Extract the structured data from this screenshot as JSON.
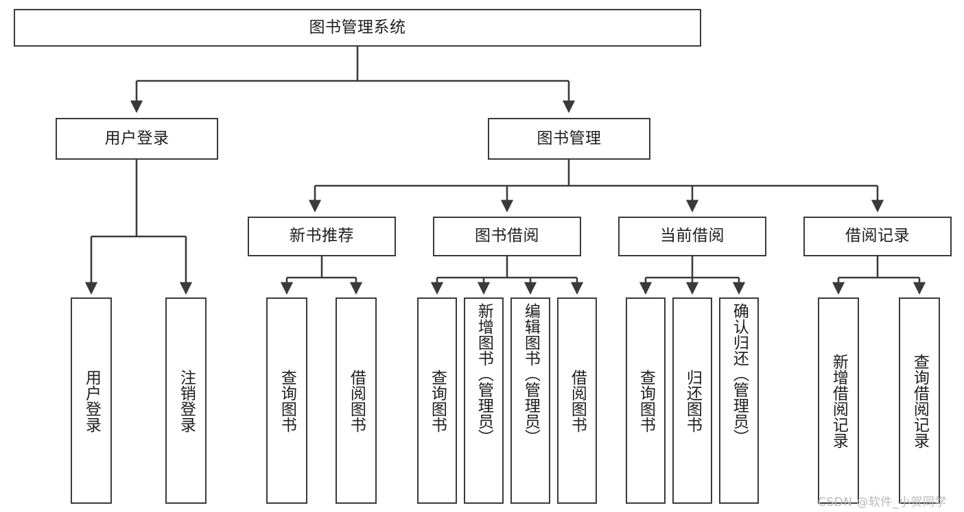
{
  "diagram": {
    "title": "图书管理系统",
    "type": "tree-hierarchy-chart",
    "root": {
      "label": "图书管理系统"
    },
    "level1": [
      {
        "label": "用户登录"
      },
      {
        "label": "图书管理"
      }
    ],
    "level2": [
      {
        "label": "新书推荐"
      },
      {
        "label": "图书借阅"
      },
      {
        "label": "当前借阅"
      },
      {
        "label": "借阅记录"
      }
    ],
    "leaves": {
      "user_login": [
        {
          "label": "用户登录"
        },
        {
          "label": "注销登录"
        }
      ],
      "new_book_recommend": [
        {
          "label": "查询图书"
        },
        {
          "label": "借阅图书"
        }
      ],
      "book_borrow": [
        {
          "label": "查询图书"
        },
        {
          "label": "新增图书（管理员）"
        },
        {
          "label": "编辑图书（管理员）"
        },
        {
          "label": "借阅图书"
        }
      ],
      "current_borrow": [
        {
          "label": "查询图书"
        },
        {
          "label": "归还图书"
        },
        {
          "label": "确认归还（管理员）"
        }
      ],
      "borrow_record": [
        {
          "label": "新增借阅记录"
        },
        {
          "label": "查询借阅记录"
        }
      ]
    }
  },
  "watermark": {
    "text": "CSDN @软件_小贺同学"
  },
  "colors": {
    "box_border": "#3a3a3a",
    "connector": "#3a3a3a",
    "text": "#1d1d1d",
    "background": "#ffffff",
    "watermark": "#b9b9b9"
  }
}
